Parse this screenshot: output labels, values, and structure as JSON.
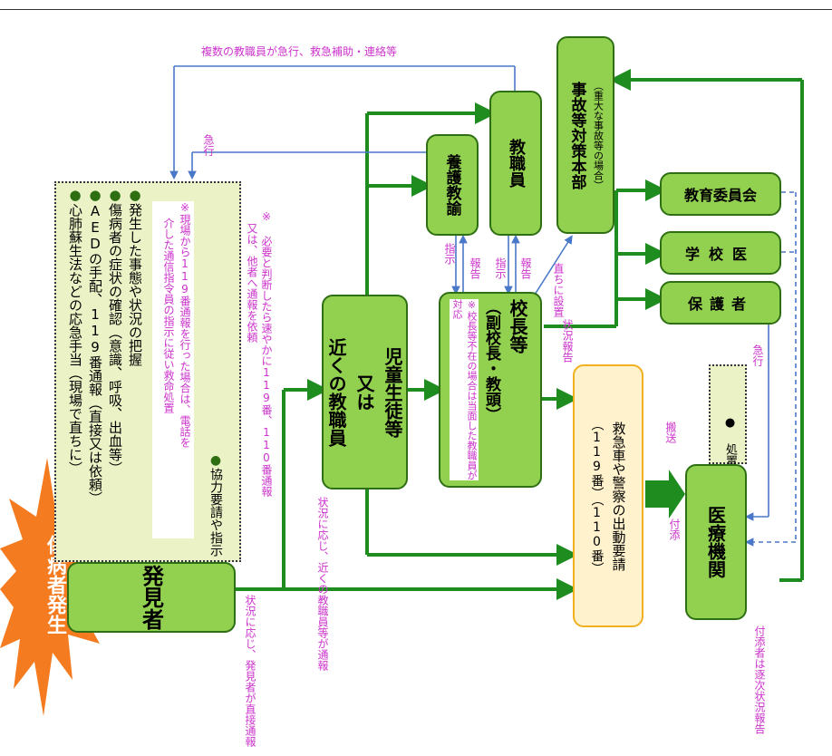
{
  "title_burst": "傷病者発生",
  "discoverer": "発見者",
  "discoverer_actions": [
    "発生した事態や状況の把握",
    "傷病者の症状の確認（意識、呼吸、出血等）",
    "AEDの手配、119番通報（直接又は依頼）",
    "心肺蘇生法などの応急手当（現場で直ちに）"
  ],
  "discoverer_note_1": "※現場から119番通報を行った場合は、電話を",
  "discoverer_note_2": "介した通信指令員の指示に従い救命処置",
  "cooperation": "協力要請や指示",
  "note_report": "※ 必要と判断したら速やかに119番、110番通報",
  "note_report_2": "又は、他者へ通報を依頼",
  "nearby_staff_1": "近くの教職員",
  "nearby_staff_2": "又は",
  "nearby_staff_3": "児童生徒等",
  "principal_1": "校長等",
  "principal_2": "（副校長・教頭）",
  "principal_note_1": "※校長等不在の場合は",
  "principal_note_2": "当面した教職員が対応",
  "nurse": "養護教諭",
  "staff": "教職員",
  "hq_1": "事故等対策本部",
  "hq_2": "（重大な事故等の場合）",
  "board": "教育委員会",
  "school_doctor": "学校医",
  "guardian": "保護者",
  "ambulance_1": "救急車や警察の出動要請",
  "ambulance_2": "（119番）（110番）",
  "hospital": "医療機関",
  "treatment": "● 処置",
  "lbl_multi": "複数の教職員が急行、救急補助・連絡等",
  "lbl_rush": "急行",
  "lbl_instruct1": "指示",
  "lbl_report1": "報告",
  "lbl_instruct2": "指示",
  "lbl_report2": "報告",
  "lbl_setup": "直ちに設置",
  "lbl_status": "状況報告",
  "lbl_rush2": "急行",
  "lbl_transport": "搬送",
  "lbl_accompany": "付添",
  "lbl_situation": "状況に応じ、近くの教職員等が通報",
  "lbl_direct": "状況に応じ、発見者が直接通報",
  "lbl_accompany_report": "付添者は逐次状況報告",
  "colors": {
    "box_fill": "#92d050",
    "box_border": "#2f6f14",
    "arrow": "#1e8c1e",
    "blue": "#4a78c8",
    "magenta": "#cc33cc",
    "burst": "#f47b20"
  }
}
